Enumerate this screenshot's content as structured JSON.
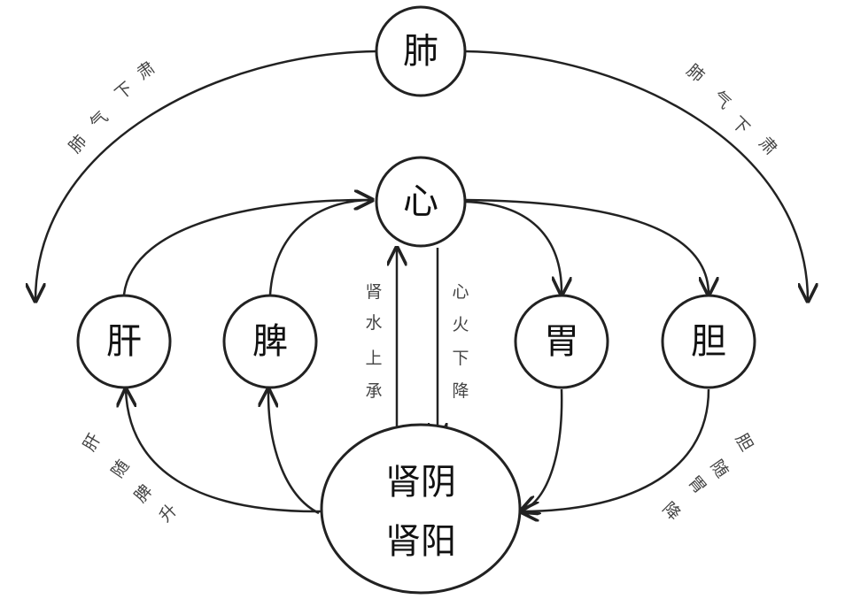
{
  "nodes": {
    "lung": "肺",
    "heart": "心",
    "liver": "肝",
    "spleen": "脾",
    "stomach": "胃",
    "gallbladder": "胆",
    "kidney_yin": "肾阴",
    "kidney_yang": "肾阳"
  },
  "labels": {
    "lung_left": [
      "肺",
      "气",
      "下",
      "肃"
    ],
    "lung_right": [
      "肺",
      "气",
      "下",
      "肃"
    ],
    "kidney_water": [
      "肾",
      "水",
      "上",
      "承"
    ],
    "heart_fire": [
      "心",
      "火",
      "下",
      "降"
    ],
    "liver_rise": [
      "肝",
      "随",
      "脾",
      "升"
    ],
    "gall_descend": [
      "胆",
      "随",
      "胃",
      "降"
    ]
  },
  "colors": {
    "line": "#222222",
    "text": "#111111"
  }
}
